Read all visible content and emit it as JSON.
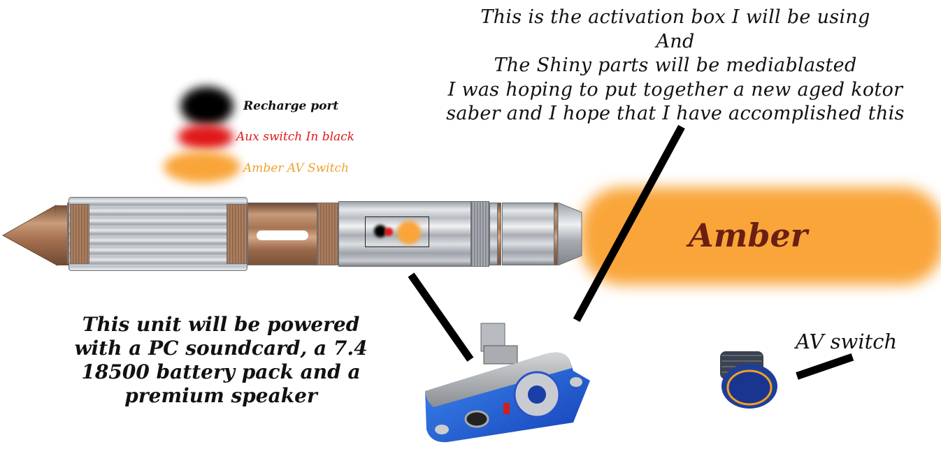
{
  "captions": {
    "top_lines": [
      "This is the activation box I will be using",
      "And",
      "The Shiny parts will be mediablasted",
      "I was hoping to put together a new aged kotor",
      "saber and I hope that I have accomplished this"
    ],
    "bottom_lines": [
      "This unit will be powered",
      "with a PC soundcard, a 7.4",
      "18500 battery pack and a",
      "premium speaker"
    ],
    "av_switch": "AV switch"
  },
  "legend": {
    "items": [
      {
        "label": "Recharge port",
        "color": "#000000",
        "text_color": "#111111"
      },
      {
        "label": "Aux switch In black",
        "color": "#e01818",
        "text_color": "#e01818"
      },
      {
        "label": "Amber AV Switch",
        "color": "#f9a53a",
        "text_color": "#f0a030"
      }
    ]
  },
  "blade": {
    "label": "Amber",
    "color": "#f9a53a",
    "label_color": "#6b1f12"
  },
  "colors": {
    "copper": "#b07c5a",
    "steel": "#c3c7cc",
    "activation_box": "#1e5fd6",
    "line": "#000000"
  }
}
